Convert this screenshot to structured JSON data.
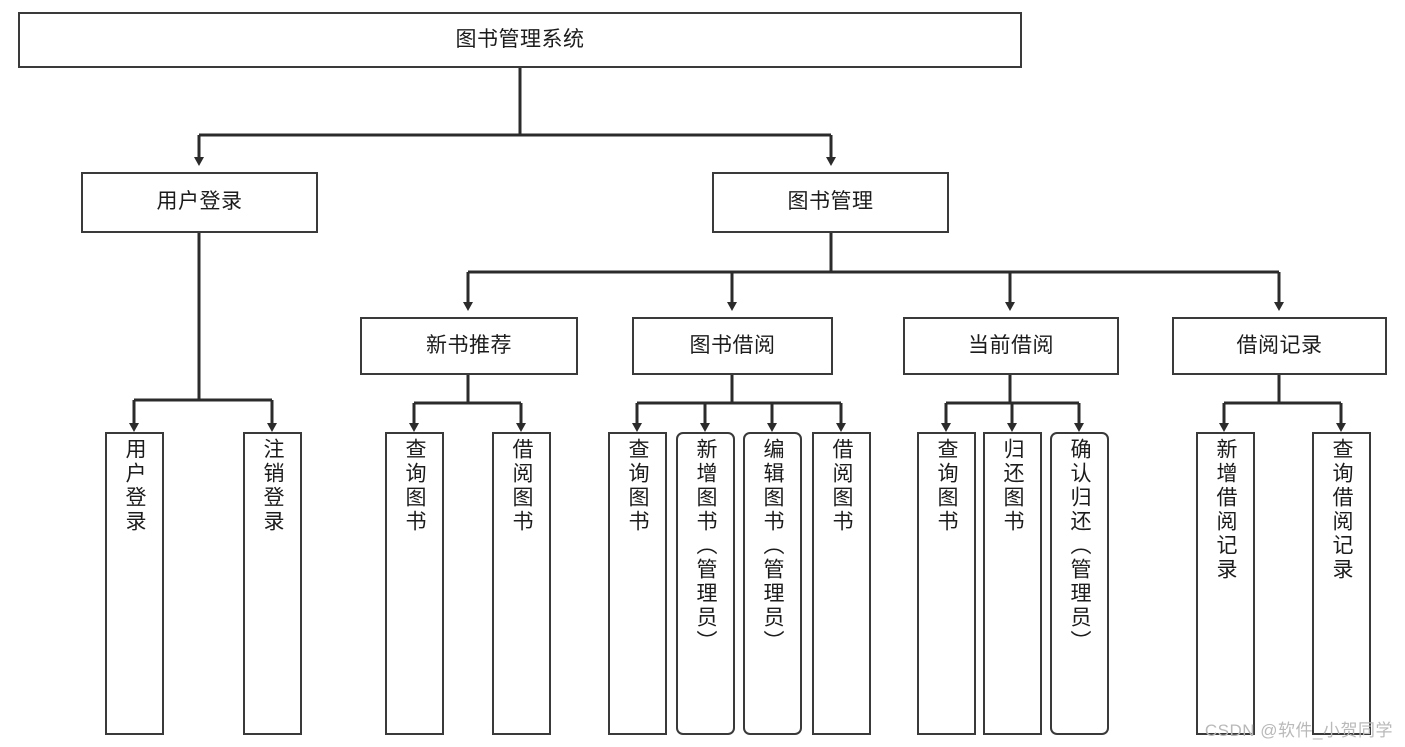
{
  "diagram": {
    "title": "图书管理系统",
    "type": "hierarchy-tree",
    "watermark": "CSDN @软件_小贺同学",
    "colors": {
      "box_border": "#3a3a3a",
      "box_fill": "#ffffff",
      "edge": "#2b2b2b",
      "text": "#1c1c1c",
      "watermark": "#b9b9b9"
    },
    "root": {
      "label": "图书管理系统"
    },
    "level2": [
      {
        "label": "用户登录"
      },
      {
        "label": "图书管理"
      }
    ],
    "level3": [
      {
        "label": "新书推荐"
      },
      {
        "label": "图书借阅"
      },
      {
        "label": "当前借阅"
      },
      {
        "label": "借阅记录"
      }
    ],
    "leaves": {
      "user_login": [
        {
          "label": "用户登录",
          "rounded": false
        },
        {
          "label": "注销登录",
          "rounded": false
        }
      ],
      "new_book_recommend": [
        {
          "label": "查询图书",
          "rounded": false
        },
        {
          "label": "借阅图书",
          "rounded": false
        }
      ],
      "book_borrow": [
        {
          "label": "查询图书",
          "rounded": false
        },
        {
          "label": "新增图书（管理员）",
          "rounded": true
        },
        {
          "label": "编辑图书（管理员）",
          "rounded": true
        },
        {
          "label": "借阅图书",
          "rounded": false
        }
      ],
      "current_borrow": [
        {
          "label": "查询图书",
          "rounded": false
        },
        {
          "label": "归还图书",
          "rounded": false
        },
        {
          "label": "确认归还（管理员）",
          "rounded": true
        }
      ],
      "borrow_record": [
        {
          "label": "新增借阅记录",
          "rounded": false
        },
        {
          "label": "查询借阅记录",
          "rounded": false
        }
      ]
    }
  }
}
